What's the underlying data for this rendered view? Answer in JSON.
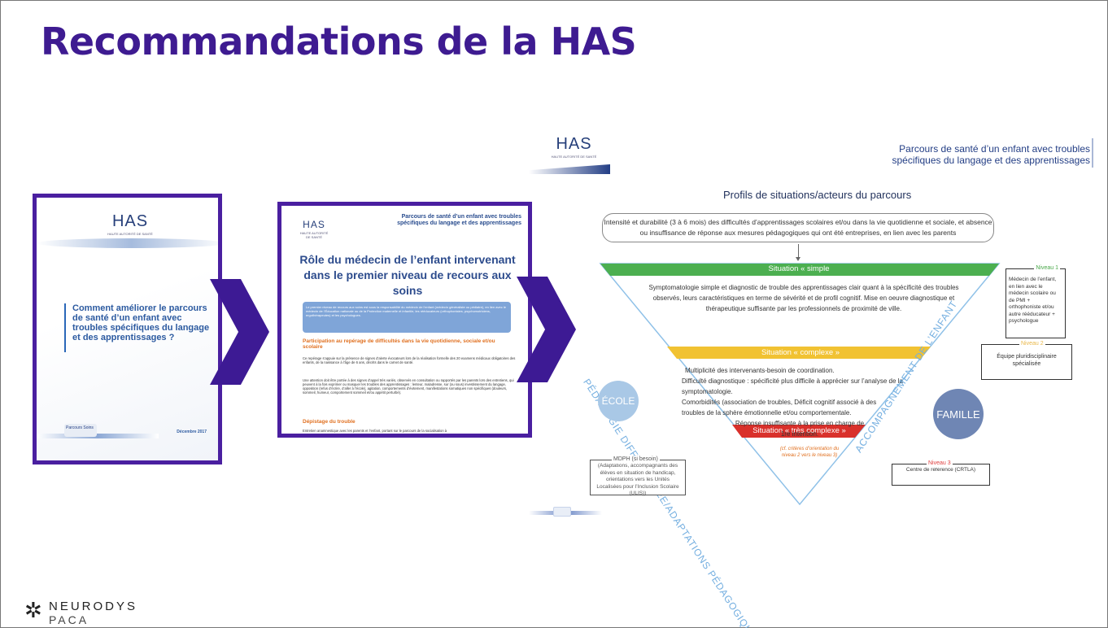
{
  "slide": {
    "title": "Recommandations de la HAS"
  },
  "thumb1": {
    "logo": "HAS",
    "logo_sub": "HAUTE AUTORITÉ DE SANTÉ",
    "doc_title": "Comment améliorer le parcours de santé d’un enfant avec troubles spécifiques du langage et des apprentissages ?",
    "date": "Décembre 2017",
    "mini_logo": "Parcours Soins"
  },
  "thumb2": {
    "logo": "HAS",
    "logo_sub": "HAUTE AUTORITÉ DE SANTÉ",
    "header_right": "Parcours de santé d’un enfant avec troubles spécifiques du langage et des apprentissages",
    "main_title": "Rôle du médecin de l’enfant intervenant dans le premier niveau de recours aux soins",
    "blue_box": "Le premier niveau de recours aux soins est sous la responsabilité du médecin de l’enfant (médecin généraliste ou pédiatre), en lien avec le médecin de l’Éducation nationale ou de la Protection maternelle et infantile, les rééducateurs (orthophonistes, psychomotriciens, ergothérapeutes) et les psychologues.",
    "section1": "Participation au repérage de difficultés dans la vie quotidienne, sociale et/ou scolaire",
    "para1": "Ce repérage s’appuie sur la présence de signes d’alerte évocateurs lors de la réalisation formelle des 20 examens médicaux obligatoires des enfants, de la naissance à l’âge de 6 ans, décrits dans le carnet de santé.",
    "para2": "Une attention doit être portée à des signes d’appel très variés, observés en consultation ou rapportés par les parents lors des entretiens, qui peuvent à la fois exprimer ou masquer les troubles des apprentissages : lenteur, maladresse, sur (ou sous) investissement du langage, opposition (refus d’écrire, d’aller à l’école), agitation, comportements d’évitement, manifestations somatiques non spécifiques (douleurs, sommeil, humeur, comportement sommeil et/ou appétit perturbé).",
    "section2": "Dépistage du trouble",
    "para3": "Entretien anamnestique avec les parents et l’enfant, portant sur le parcours de la socialisation à"
  },
  "infographic": {
    "logo": "HAS",
    "logo_sub": "HAUTE AUTORITÉ DE SANTÉ",
    "parcours_title": "Parcours de santé d’un enfant avec troubles spécifiques du langage et des apprentissages",
    "profils_title": "Profils de situations/acteurs du parcours",
    "intensity": "Intensité et durabilité (3 à 6 mois) des difficultés d’apprentissages scolaires et/ou dans la vie quotidienne et sociale, et absence ou insuffisance de réponse aux mesures pédagogiques qui ont été entreprises, en lien avec les parents",
    "band_simple": "Situation « simple »",
    "band_complexe": "Situation « complexe »",
    "band_tres_complexe": "Situation « très complexe »",
    "simple_text": "Symptomatologie simple et diagnostic de trouble des apprentissages clair quant à la spécificité des troubles observés, leurs caractéristiques en terme de sévérité et de profil cognitif. Mise en oeuvre diagnostique et thérapeutique suffisante par les professionnels de proximité de ville.",
    "complexe_text_1": "Multiplicité des intervenants-besoin de coordination.",
    "complexe_text_2": "Difficulté diagnostique : spécificité plus difficile à apprécier sur l’analyse de la symptomatologie.",
    "complexe_text_3": "Comorbidités (association de troubles, Déficit cognitif associé à des troubles de la sphère émotionnelle et/ou comportementale.",
    "complexe_text_4": "Réponse insuffisante à la prise en charge de 1re intention.",
    "orange_note": "(cf. critères d’orientation du niveau 2 vers le niveau 3)",
    "diag_left": "PÉDAGOGIE DIFFÉRENCIÉE/ADAPTATIONS PÉDAGOGIQUES",
    "diag_right": "ACCOMPAGNEMENT DE L’ENFANT",
    "ecole": "ÉCOLE",
    "famille": "FAMILLE",
    "niveau1_title": "Niveau 1",
    "niveau1_text": "Médecin de l’enfant, en lien avec le médecin scolaire ou de PMI + orthophoniste et/ou autre rééducateur + psychologue",
    "niveau2_title": "Niveau 2",
    "niveau2_text": "Équipe pluridisciplinaire spécialisée",
    "niveau3_title": "Niveau 3",
    "niveau3_text": "Centre de référence (CRTLA)",
    "mdph_title": "MDPH (si besoin)",
    "mdph_text": "(Adaptations, accompagnants des élèves en situation de handicap, orientations vers les Unités Localisées pour l’Inclusion Scolaire (ULIS))"
  },
  "brand": {
    "name": "NEURODYS",
    "region": "PACA",
    "colors": {
      "title": "#3e1b91",
      "chevron": "#3d1a94",
      "green": "#4aa84a",
      "yellow": "#f1c232",
      "red": "#d9302b"
    }
  }
}
